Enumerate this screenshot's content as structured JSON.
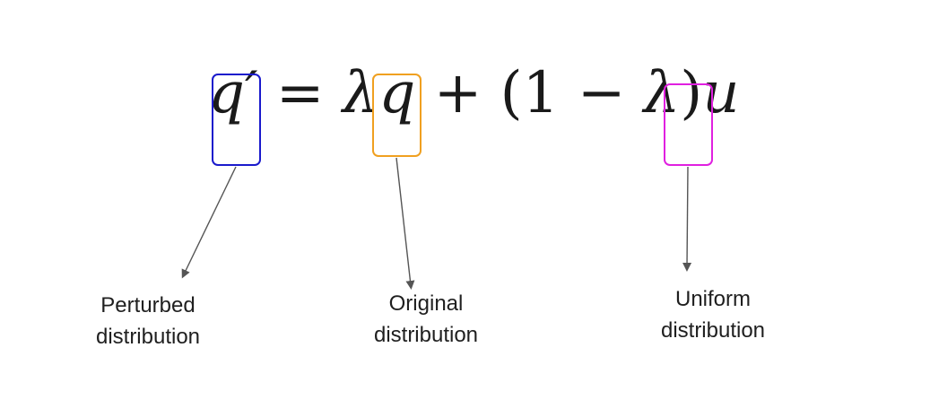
{
  "equation": {
    "q_prime": "q′",
    "equals": " = ",
    "lambda1": "λ",
    "q": "q",
    "plus": " + (1 − ",
    "lambda2": "λ",
    "close_paren": ")",
    "u": "u"
  },
  "labels": {
    "perturbed": {
      "line1": "Perturbed",
      "line2": "distribution"
    },
    "original": {
      "line1": "Original",
      "line2": "distribution"
    },
    "uniform": {
      "line1": "Uniform",
      "line2": "distribution"
    }
  },
  "colors": {
    "perturbed_box": "#1a1acc",
    "original_box": "#f0a020",
    "uniform_box": "#e020e0",
    "arrow": "#555555"
  }
}
